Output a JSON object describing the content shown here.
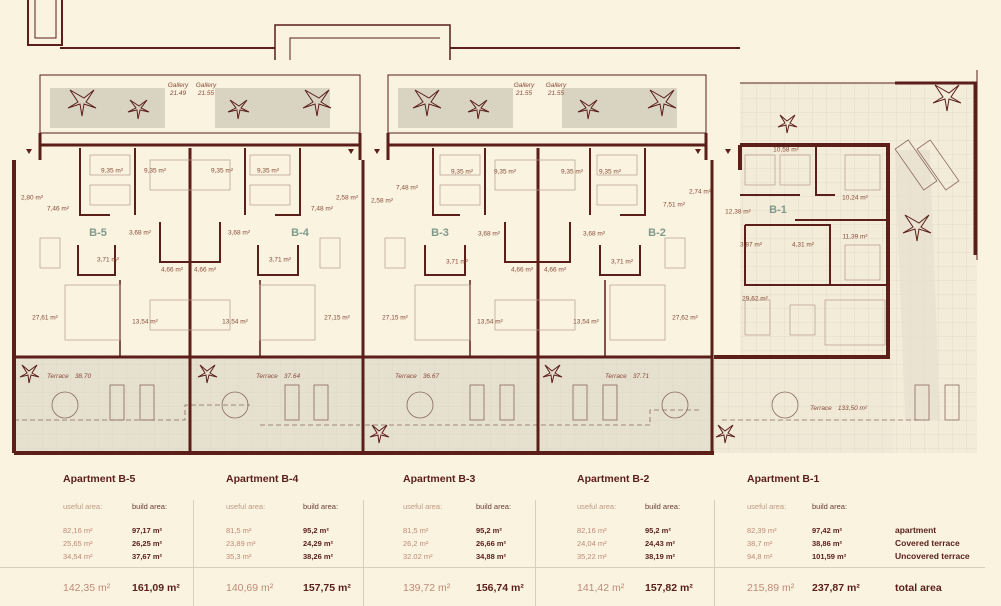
{
  "plan": {
    "units": [
      "B-5",
      "B-4",
      "B-3",
      "B-2",
      "B-1"
    ],
    "galleries": [
      {
        "label": "Gallery",
        "value": "21.49"
      },
      {
        "label": "Gallery",
        "value": "21.55"
      },
      {
        "label": "Gallery",
        "value": "21.55"
      },
      {
        "label": "Gallery",
        "value": "21.55"
      }
    ],
    "terraces": [
      {
        "label": "Terrace",
        "value": "38.70"
      },
      {
        "label": "Terrace",
        "value": "37.64"
      },
      {
        "label": "Terrace",
        "value": "36.67"
      },
      {
        "label": "Terrace",
        "value": "37.71"
      },
      {
        "label": "Terrace",
        "value": "133,50 m²"
      }
    ],
    "rooms": [
      "9,35 m²",
      "9,35 m²",
      "9,35 m²",
      "9,35 m²",
      "2,80 m²",
      "7,46 m²",
      "2,58 m²",
      "7,48 m²",
      "3,68 m²",
      "3,68 m²",
      "3,71 m²",
      "3,71 m²",
      "4,66 m²",
      "4,66 m²",
      "27,61 m²",
      "13,54 m²",
      "13,54 m²",
      "27,15 m²",
      "9,35 m²",
      "9,35 m²",
      "9,35 m²",
      "9,35 m²",
      "7,48 m²",
      "2,58 m²",
      "2,74 m²",
      "7,51 m²",
      "3,68 m²",
      "3,68 m²",
      "3,71 m²",
      "3,71 m²",
      "4,66 m²",
      "4,66 m²",
      "27,15 m²",
      "13,54 m²",
      "13,54 m²",
      "27,62 m²",
      "10,58 m²",
      "10,24 m²",
      "12,38 m²",
      "3,87 m²",
      "4,31 m²",
      "11,39 m²",
      "29,62 m²"
    ]
  },
  "table": {
    "useful_header": "useful area:",
    "build_header": "build area:",
    "row_labels": [
      "apartment",
      "Covered terrace",
      "Uncovered terrace"
    ],
    "total_label": "total area",
    "apartments": [
      {
        "title": "Apartment B-5",
        "useful": [
          "82,16 m²",
          "25,65 m²",
          "34,54 m²"
        ],
        "build": [
          "97,17 m²",
          "26,25 m²",
          "37,67 m²"
        ],
        "useful_total": "142,35 m²",
        "build_total": "161,09 m²"
      },
      {
        "title": "Apartment B-4",
        "useful": [
          "81,5 m²",
          "23,89 m²",
          "35,3 m²"
        ],
        "build": [
          "95,2 m²",
          "24,29 m²",
          "38,26 m²"
        ],
        "useful_total": "140,69 m²",
        "build_total": "157,75 m²"
      },
      {
        "title": "Apartment B-3",
        "useful": [
          "81,5 m²",
          "26,2 m²",
          "32.02 m²"
        ],
        "build": [
          "95,2 m²",
          "26,66 m²",
          "34,88 m²"
        ],
        "useful_total": "139,72 m²",
        "build_total": "156,74 m²"
      },
      {
        "title": "Apartment B-2",
        "useful": [
          "82,16 m²",
          "24,04 m²",
          "35,22 m²"
        ],
        "build": [
          "95,2 m²",
          "24,43 m²",
          "38,19 m²"
        ],
        "useful_total": "141,42 m²",
        "build_total": "157,82 m²"
      },
      {
        "title": "Apartment B-1",
        "useful": [
          "82,39 m²",
          "38,7 m²",
          "94,8 m²"
        ],
        "build": [
          "97,42 m²",
          "38,86 m²",
          "101,59 m²"
        ],
        "useful_total": "215,89 m²",
        "build_total": "237,87 m²"
      }
    ]
  },
  "colors": {
    "background": "#f9f3df",
    "wall": "#5b1e18",
    "terrace": "#e6e0cf",
    "unit_label": "#7f9a8c",
    "useful_text": "#c08a78"
  }
}
